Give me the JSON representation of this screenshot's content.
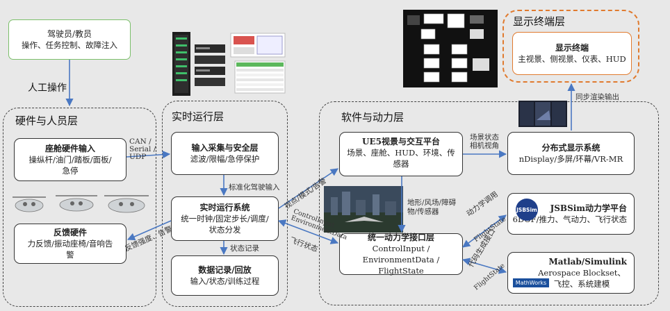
{
  "groups": {
    "hardware": "硬件与人员层",
    "runtime": "实时运行层",
    "software": "软件与动力层",
    "display": "显示终端层"
  },
  "boxes": {
    "driver": {
      "title": "驾驶员/教员",
      "sub": "操作、任务控制、故障注入"
    },
    "cockpit": {
      "title": "座舱硬件输入",
      "sub": "操纵杆/油门/踏板/面板/急停"
    },
    "feedback": {
      "title": "反馈硬件",
      "sub": "力反馈/振动座椅/音响告警"
    },
    "io": {
      "title": "输入采集与安全层",
      "sub": "滤波/限幅/急停保护"
    },
    "rt": {
      "title": "实时运行系统",
      "sub": "统一时钟/固定步长/调度/状态分发"
    },
    "rec": {
      "title": "数据记录/回放",
      "sub": "输入/状态/训练过程"
    },
    "ue5": {
      "title": "UE5视景与交互平台",
      "sub": "场景、座舱、HUD、环境、传感器"
    },
    "iface": {
      "title": "统一动力学接口层",
      "sub": "ControlInput / EnvironmentData / FlightState"
    },
    "dist": {
      "title": "分布式显示系统",
      "sub": "nDisplay/多屏/环幕/VR-MR"
    },
    "jsb": {
      "title": "JSBSim动力学平台",
      "sub": "6DOF/推力、气动力、飞行状态"
    },
    "matlab": {
      "title": "Matlab/Simulink",
      "sub": "Aerospace Blockset、飞控、系统建模"
    },
    "term": {
      "title": "显示终端",
      "sub": "主视景、侧视景、仪表、HUD"
    }
  },
  "labels": {
    "manual": "人工操作",
    "can": "CAN / Serial / UDP",
    "feedback_arrow": "反馈强度、告警",
    "std_input": "标准化驾驶输入",
    "state_rec": "状态记录",
    "view_mode": "视点/模式/告警",
    "ci_env": "ControlInput EnvironmentData",
    "flight_state_left": "飞行状态",
    "scene_state": "场景状态 相机视角",
    "sync_out": "同步渲染输出",
    "terrain": "地形/风场/障碍物/传感器",
    "dyn_call": "动力学调用",
    "flightstate_1": "FlightState",
    "codegen": "代码生成接口",
    "flightstate_2": "FlightState",
    "jsbsim_logo": "JSBSim",
    "mathworks_logo": "MathWorks"
  }
}
